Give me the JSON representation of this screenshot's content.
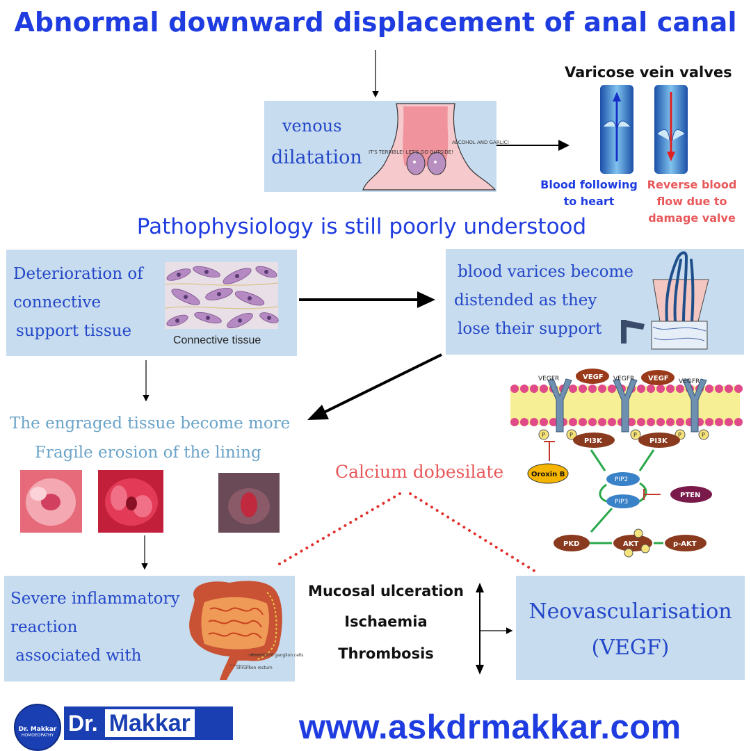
{
  "title": "Abnormal downward displacement of anal canal",
  "subtitle": "Pathophysiology is still poorly understood",
  "venous_box": {
    "line1": "venous",
    "line2": "dilatation"
  },
  "anal_sketch": {
    "left_note": "IT'S TERRIBLE! LET'S GO OUTSIDE!",
    "right_note": "ALCOHOL AND GARLIC!"
  },
  "varicose": {
    "title": "Varicose vein valves",
    "left_label_1": "Blood following",
    "left_label_2": "to heart",
    "right_label_1": "Reverse blood",
    "right_label_2": "flow due to",
    "right_label_3": "damage valve"
  },
  "connective_box": {
    "line1": "Deterioration of",
    "line2": "connective",
    "line3": "support tissue",
    "caption": "Connective tissue"
  },
  "varices_box": {
    "line1": "blood varices become",
    "line2": "distended as they",
    "line3": "lose their support"
  },
  "fragile": {
    "line1": "The engraged tissue become more",
    "line2": "Fragile erosion  of the lining"
  },
  "calcium": "Calcium dobesilate",
  "pathway": {
    "vegfr1": "VEGFR",
    "vegf1": "VEGF",
    "vegfr2": "VEGFR",
    "vegf2": "VEGF",
    "vegfr3": "VEGFR",
    "pi3k1": "PI3K",
    "pi3k2": "PI3K",
    "oroxin": "Oroxin B",
    "pip2": "PIP2",
    "pip3": "PIP3",
    "pten": "PTEN",
    "pkd": "PKD",
    "akt": "AKT",
    "pakt": "p-AKT",
    "p": "P"
  },
  "inflammatory_box": {
    "line1": "Severe inflammatory",
    "line2": "reaction",
    "line3": " associated with",
    "colon_note_1": "Absence of ganglion cells",
    "colon_note_2": "Shrunken rectum"
  },
  "effects": {
    "line1": "Mucosal ulceration",
    "line2": "Ischaemia",
    "line3": "Thrombosis"
  },
  "neo_box": {
    "line1": "Neovascularisation",
    "line2": "(VEGF)"
  },
  "logo": {
    "circle_line1": "Dr. Makkar",
    "circle_line2": "HOMOEOPATHY",
    "dr": "Dr.",
    "makkar": "Makkar"
  },
  "website": "www.askdrmakkar.com",
  "colors": {
    "title_blue": "#1e3ce0",
    "box_blue": "#c7dcef",
    "box_text": "#2347c8",
    "red_text": "#e8585a",
    "dot_red": "#e0302c",
    "logo_blue": "#1a3fb3"
  }
}
